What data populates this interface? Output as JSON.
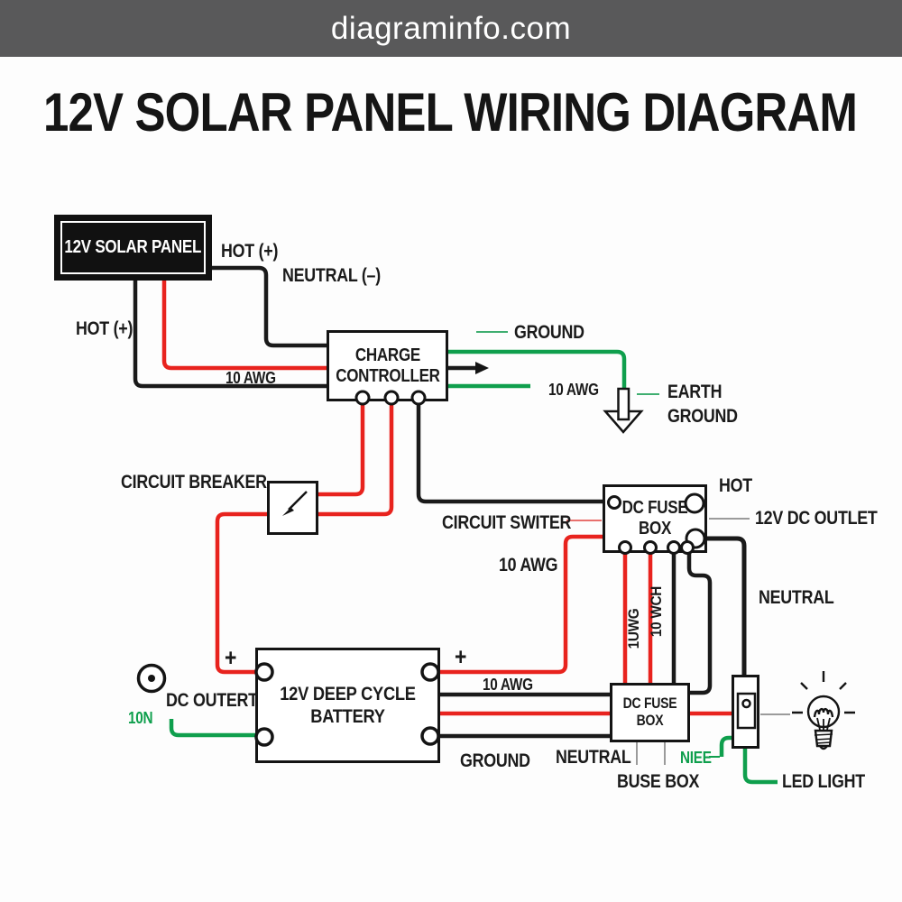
{
  "site_banner": {
    "text": "diagraminfo.com"
  },
  "title": "12V SOLAR PANEL WIRING DIAGRAM",
  "components": {
    "solar_panel": "12V SOLAR PANEL",
    "charge_controller": "CHARGE\nCONTROLLER",
    "fuse_box_top": "DC FUSE BOX",
    "fuse_box_bottom": "DC FUSE BOX",
    "battery": "12V DEEP CYCLE\nBATTERY"
  },
  "labels": {
    "hot_top": "HOT (+)",
    "neutral_top": "NEUTRAL (–)",
    "hot_left": "HOT (+)",
    "awg_panel": "10 AWG",
    "ground_top": "GROUND",
    "awg_controller": "10 AWG",
    "earth_ground": "EARTH\nGROUND",
    "circuit_breaker": "CIRCUIT BREAKER",
    "circuit_switer": "CIRCUIT SWITER",
    "hot_right": "HOT",
    "dc_outlet_right": "12V DC OUTLET",
    "awg_mid": "10 AWG",
    "neutral_right": "NEUTRAL",
    "awg_vertical_1": "1UWG",
    "awg_vertical_2": "10 WCH",
    "plus_left": "+",
    "plus_right": "+",
    "dc_outert": "DC OUTERT",
    "ten_n": "10N",
    "awg_battery": "10 AWG",
    "ground_bottom": "GROUND",
    "neutral_bottom": "NEUTRAL",
    "buse_box": "BUSE BOX",
    "niee": "NIEE",
    "led_light": "LED LIGHT"
  },
  "colors": {
    "wire_red": "#e8231e",
    "wire_green": "#0f9f4d",
    "wire_black": "#1a1a1a",
    "banner_bg": "#59595a",
    "leader_gray": "#9b9b9b"
  }
}
